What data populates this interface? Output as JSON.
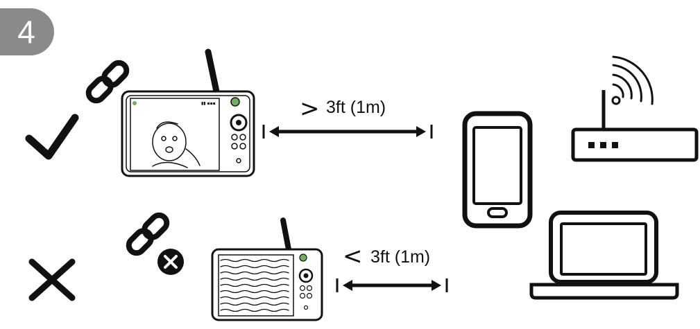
{
  "step": {
    "number": "4",
    "badge_color": "#8a8a8a"
  },
  "rows": [
    {
      "status_icon": "check-icon",
      "link_icon": "chain-link-icon",
      "comparator": ">",
      "distance": "3ft (1m)"
    },
    {
      "status_icon": "cross-icon",
      "link_icon": "broken-link-icon",
      "comparator": "<",
      "distance": "3ft (1m)"
    }
  ],
  "devices": {
    "monitor": "parent-unit-monitor",
    "phone": "smartphone-icon",
    "router": "wifi-router-icon",
    "laptop": "laptop-icon"
  },
  "colors": {
    "ink": "#111111",
    "accent": "#6fb05a",
    "screen": "#2a2a2a"
  }
}
